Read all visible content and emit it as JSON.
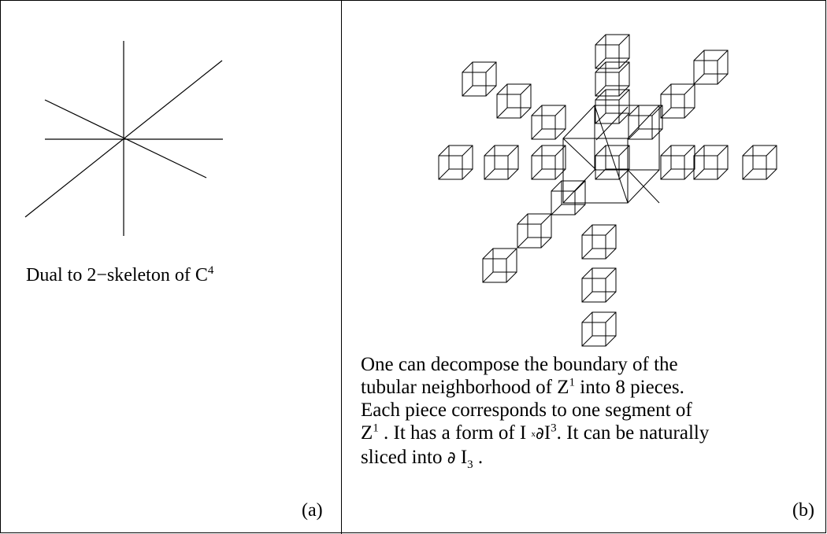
{
  "panel_a": {
    "caption_main": "Dual to 2−skeleton of C",
    "caption_sup": "4",
    "label": "(a)"
  },
  "panel_b": {
    "line1": "One can decompose the boundary of the",
    "line2_pre": "tubular neighborhood of Z",
    "line2_sup": "1",
    "line2_post": " into 8 pieces.",
    "line3": "Each piece corresponds to one segment of",
    "line4_pre": "Z",
    "line4_sup": "1",
    "line4_mid": " . It has a form of I ",
    "line4_x": "x",
    "line4_partial": "∂",
    "line4_I": "I",
    "line4_sup2": "3",
    "line4_post": ". It can be naturally",
    "line5_pre": "sliced into ",
    "line5_partial": "∂",
    "line5_I": " I",
    "line5_sub": "3",
    "line5_post": " .",
    "label": "(b)"
  }
}
